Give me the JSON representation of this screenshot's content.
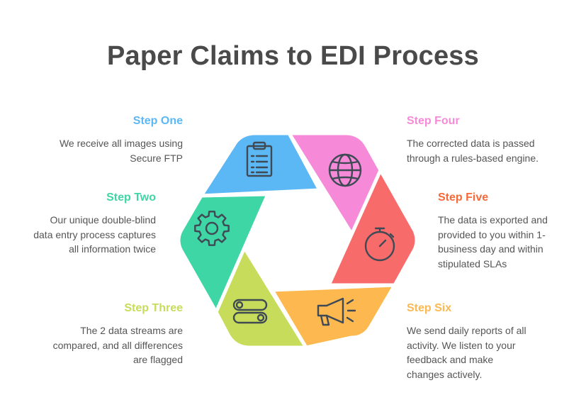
{
  "title": "Paper Claims to EDI Process",
  "steps": [
    {
      "heading": "Step One",
      "description": "We receive all images using Secure FTP",
      "color": "#5bb8f5",
      "icon": "clipboard-icon"
    },
    {
      "heading": "Step Two",
      "description": "Our unique double-blind data entry process captures all information twice",
      "color": "#3fd6a6",
      "icon": "gear-icon"
    },
    {
      "heading": "Step Three",
      "description": "The 2 data streams are compared, and all differences are flagged",
      "color": "#c6dc5a",
      "icon": "toggle-icon"
    },
    {
      "heading": "Step Four",
      "description": "The corrected data is passed through a rules-based engine.",
      "color": "#f78ad8",
      "icon": "globe-icon"
    },
    {
      "heading": "Step Five",
      "description": "The data is exported and provided to you within 1-business day and within stipulated SLAs",
      "color": "#f86b6b",
      "icon": "stopwatch-icon"
    },
    {
      "heading": "Step Six",
      "description": "We send daily reports of all activity. We listen to your feedback and make changes actively.",
      "color": "#fdb84f",
      "icon": "megaphone-icon"
    }
  ],
  "heading_colors": {
    "step_one": "#5bb8f5",
    "step_two": "#3fd6a6",
    "step_three": "#c6dc5a",
    "step_four": "#f78ad8",
    "step_five": "#f8693a",
    "step_six": "#fdb84f"
  }
}
